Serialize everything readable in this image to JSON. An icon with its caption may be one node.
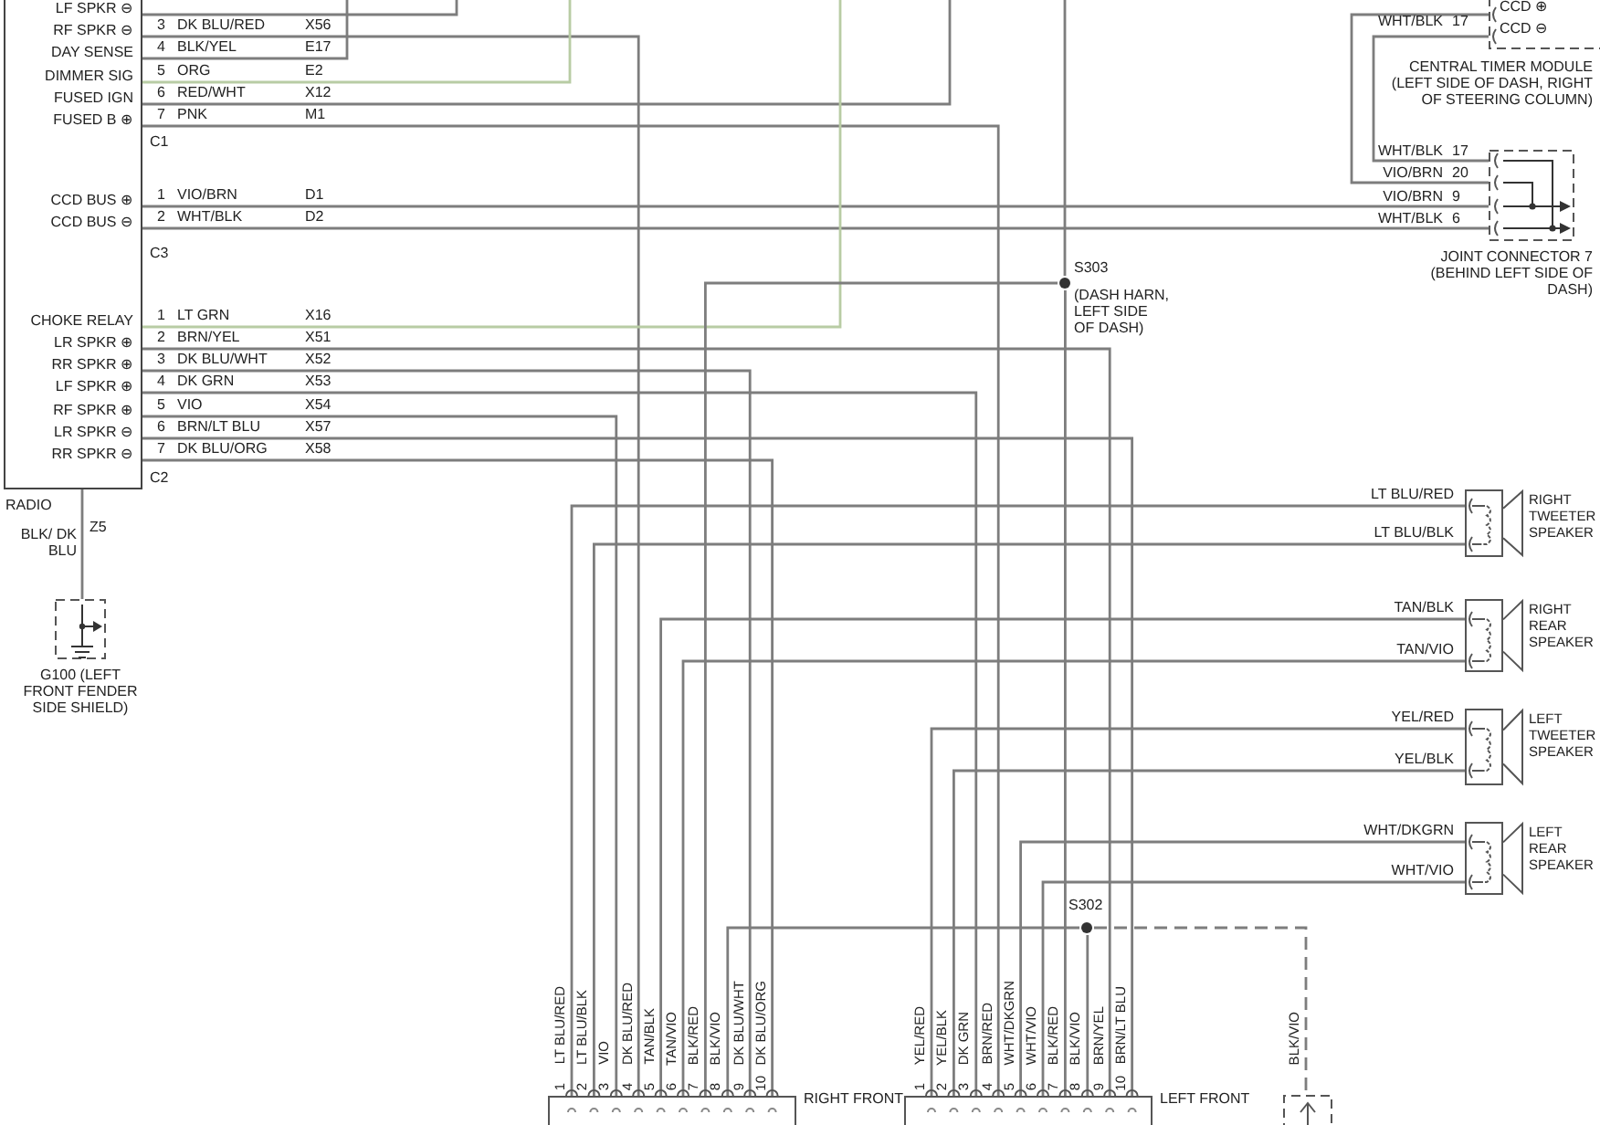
{
  "diagram": {
    "nodes": [
      {
        "text": [
          "RADIO",
          "LF SPKR ⊖",
          "RF SPKR ⊖",
          "DAY SENSE",
          "DIMMER SIG",
          "FUSED IGN",
          "FUSED B ⊕",
          "CCD BUS ⊕",
          "CCD BUS ⊖",
          "CHOKE RELAY",
          "LR SPKR ⊕",
          "RR SPKR ⊕",
          "LF SPKR ⊕",
          "RF SPKR ⊕",
          "LR SPKR ⊖",
          "RR SPKR ⊖"
        ]
      },
      {
        "text": [
          "CCD ⊕",
          "CCD ⊖",
          "CENTRAL TIMER MODULE (LEFT SIDE OF DASH, RIGHT OF STEERING COLUMN)"
        ]
      },
      {
        "text": [
          "JOINT CONNECTOR 7 (BEHIND LEFT SIDE OF DASH)"
        ]
      },
      {
        "text": [
          "S303"
        ],
        "beside": [
          "(DASH HARN, LEFT SIDE OF DASH)"
        ]
      },
      {
        "text": [
          "RIGHT TWEETER SPEAKER"
        ]
      },
      {
        "text": [
          "RIGHT REAR SPEAKER"
        ]
      },
      {
        "text": [
          "LEFT TWEETER SPEAKER"
        ]
      },
      {
        "text": [
          "LEFT REAR SPEAKER"
        ]
      },
      {
        "text": [
          "G100 (LEFT FRONT FENDER SIDE SHIELD)"
        ]
      },
      {
        "text": [
          "S302"
        ]
      },
      {
        "text": [
          "RIGHT FRONT"
        ]
      },
      {
        "text": [
          "LEFT FRONT"
        ]
      },
      {
        "text": [],
        "shape": "box"
      }
    ],
    "edges": [
      {
        "from": 0,
        "to": null,
        "arrow": "none"
      },
      {
        "from": 0,
        "to": 10,
        "arrow": "none"
      },
      {
        "from": 0,
        "to": null,
        "arrow": "none"
      },
      {
        "from": 0,
        "to": null,
        "arrow": "none",
        "color": "#b8cca4"
      },
      {
        "from": 0,
        "to": null,
        "arrow": "none"
      },
      {
        "from": 0,
        "to": 11,
        "arrow": "none"
      },
      {
        "from": 0,
        "to": 2,
        "arrow": "none"
      },
      {
        "from": 0,
        "to": 2,
        "arrow": "none"
      },
      {
        "from": 0,
        "to": null,
        "arrow": "none",
        "color": "#b8cca4"
      },
      {
        "from": 0,
        "to": 11,
        "arrow": "none"
      },
      {
        "from": 0,
        "to": 10,
        "arrow": "none"
      },
      {
        "from": 0,
        "to": 11,
        "arrow": "none"
      },
      {
        "from": 0,
        "to": 10,
        "arrow": "none"
      },
      {
        "from": 0,
        "to": 11,
        "arrow": "none"
      },
      {
        "from": 0,
        "to": 10,
        "arrow": "none"
      },
      {
        "from": 0,
        "to": 8,
        "arrow": "none",
        "label": "Z5"
      },
      {
        "from": 2,
        "to": 1,
        "arrow": "none"
      },
      {
        "from": 2,
        "to": 1,
        "arrow": "none"
      },
      {
        "from": 10,
        "to": 4,
        "arrow": "none",
        "label": "LT BLU/RED"
      },
      {
        "from": 10,
        "to": 4,
        "arrow": "none",
        "label": "LT BLU/BLK"
      },
      {
        "from": 10,
        "to": 5,
        "arrow": "none",
        "label": "TAN/BLK"
      },
      {
        "from": 10,
        "to": 5,
        "arrow": "none",
        "label": "TAN/VIO"
      },
      {
        "from": 11,
        "to": 6,
        "arrow": "none",
        "label": "YEL/RED"
      },
      {
        "from": 11,
        "to": 6,
        "arrow": "none",
        "label": "YEL/BLK"
      },
      {
        "from": 11,
        "to": 7,
        "arrow": "none",
        "label": "WHT/DKGRN"
      },
      {
        "from": 11,
        "to": 7,
        "arrow": "none",
        "label": "WHT/VIO"
      },
      {
        "from": 3,
        "to": null,
        "arrow": "none"
      },
      {
        "from": 3,
        "to": 10,
        "arrow": "none"
      },
      {
        "from": 3,
        "to": 11,
        "arrow": "none"
      },
      {
        "from": 9,
        "to": 10,
        "arrow": "none"
      },
      {
        "from": 9,
        "to": 11,
        "arrow": "none"
      },
      {
        "from": 9,
        "to": 12,
        "arrow": "none",
        "style": "dashed"
      }
    ],
    "labels": [
      "C1",
      "3",
      "DK BLU/RED",
      "X56",
      "4",
      "BLK/YEL",
      "E17",
      "5",
      "ORG",
      "E2",
      "6",
      "RED/WHT",
      "X12",
      "7",
      "PNK",
      "M1",
      "C3",
      "1",
      "VIO/BRN",
      "D1",
      "2",
      "WHT/BLK",
      "D2",
      "C2",
      "1",
      "LT GRN",
      "X16",
      "2",
      "BRN/YEL",
      "X51",
      "3",
      "DK BLU/WHT",
      "X52",
      "4",
      "DK GRN",
      "X53",
      "5",
      "VIO",
      "X54",
      "6",
      "BRN/LT BLU",
      "X57",
      "7",
      "DK BLU/ORG",
      "X58",
      "WHT/BLK",
      "17",
      "WHT/BLK",
      "17",
      "VIO/BRN",
      "20",
      "VIO/BRN",
      "9",
      "WHT/BLK",
      "6",
      "BLK/ DK BLU",
      "LT BLU/RED",
      "1",
      "LT BLU/BLK",
      "2",
      "VIO",
      "3",
      "DK BLU/RED",
      "4",
      "TAN/BLK",
      "5",
      "TAN/VIO",
      "6",
      "BLK/RED",
      "7",
      "BLK/VIO",
      "8",
      "DK BLU/WHT",
      "9",
      "DK BLU/ORG",
      "10",
      "YEL/RED",
      "1",
      "YEL/BLK",
      "2",
      "DK GRN",
      "3",
      "BRN/RED",
      "4",
      "WHT/DKGRN",
      "5",
      "WHT/VIO",
      "6",
      "BLK/RED",
      "7",
      "BLK/VIO",
      "8",
      "BRN/YEL",
      "9",
      "BRN/LT BLU",
      "10",
      "BLK/VIO"
    ]
  }
}
